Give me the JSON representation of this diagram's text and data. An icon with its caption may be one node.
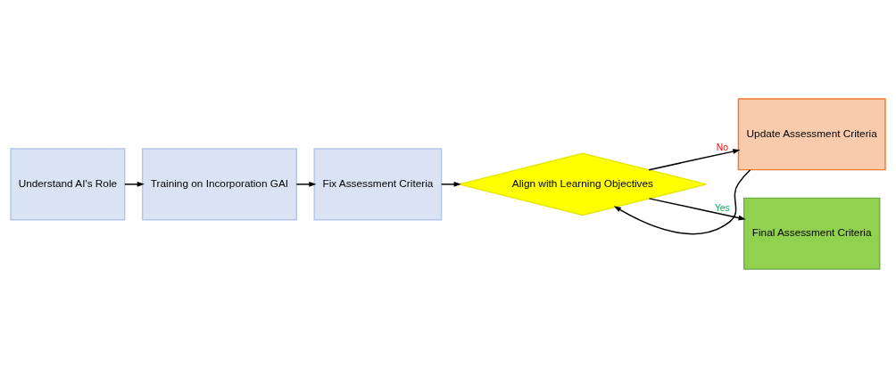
{
  "diagram": {
    "nodes": [
      {
        "text": [
          "Understand AI's Role"
        ]
      },
      {
        "text": [
          "Training on Incorporation GAI"
        ]
      },
      {
        "text": [
          "Fix Assessment Criteria"
        ]
      },
      {
        "text": [
          "Align with Learning Objectives"
        ]
      },
      {
        "text": [
          "Update Assessment Criteria"
        ]
      },
      {
        "text": [
          "Final Assessment Criteria"
        ]
      }
    ],
    "edges": [
      {
        "from": 0,
        "to": 1,
        "arrow": "to"
      },
      {
        "from": 1,
        "to": 2,
        "arrow": "to"
      },
      {
        "from": 2,
        "to": 3,
        "arrow": "to"
      },
      {
        "from": 3,
        "to": 4,
        "arrow": "to",
        "label": "No"
      },
      {
        "from": 3,
        "to": 5,
        "arrow": "to",
        "label": "Yes"
      },
      {
        "from": 4,
        "to": 3,
        "arrow": "to"
      }
    ]
  }
}
